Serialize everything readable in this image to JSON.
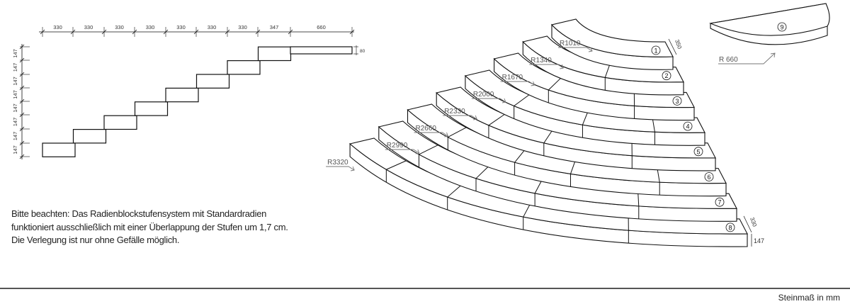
{
  "side_view": {
    "horizontal_dims": [
      "330",
      "330",
      "330",
      "330",
      "330",
      "330",
      "330",
      "347",
      "660"
    ],
    "vertical_dims": [
      "147",
      "147",
      "147",
      "147",
      "147",
      "147",
      "147",
      "147"
    ],
    "slab_thickness": "80"
  },
  "iso_view": {
    "radii": [
      "R1010",
      "R1340",
      "R1670",
      "R2000",
      "R2330",
      "R2660",
      "R2990",
      "R3320"
    ],
    "step_numbers": [
      "1",
      "2",
      "3",
      "4",
      "5",
      "6",
      "7",
      "8"
    ],
    "top_depth_dim": "350",
    "bottom_depth_dim": "330",
    "height_dim": "147"
  },
  "cap_stone": {
    "number": "9",
    "radius": "R 660"
  },
  "note": {
    "lines": [
      "Bitte beachten: Das Radienblockstufensystem mit Standardradien",
      "funktioniert ausschließlich mit einer Überlappung der Stufen um 1,7 cm.",
      "Die Verlegung ist nur ohne Gefälle möglich."
    ]
  },
  "footer": {
    "unit_label": "Steinmaß in mm"
  }
}
